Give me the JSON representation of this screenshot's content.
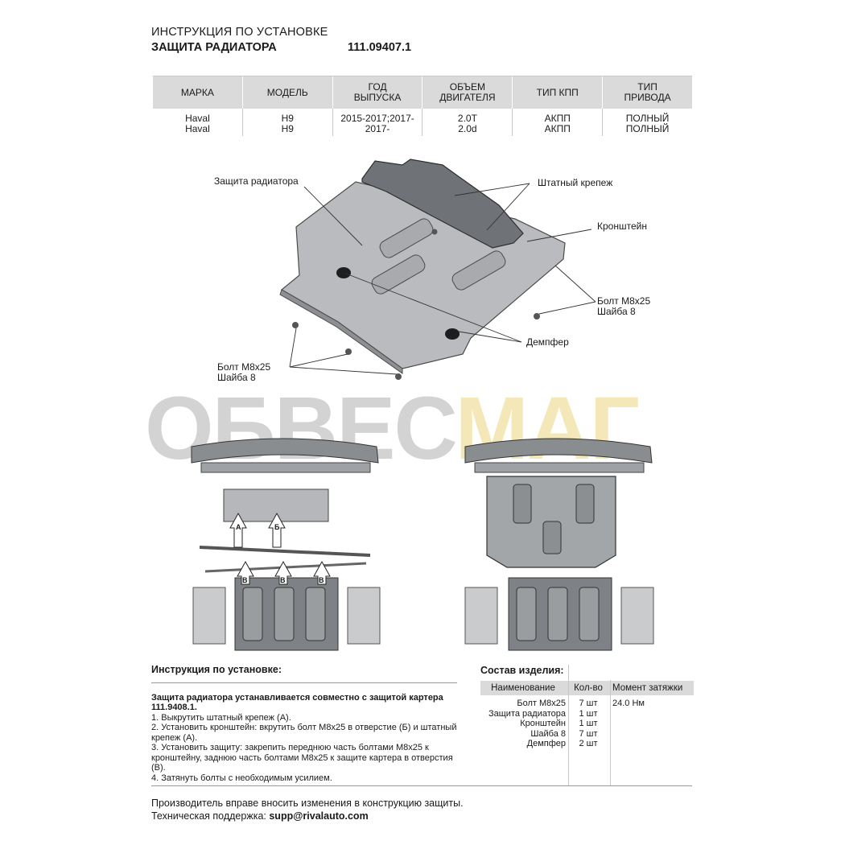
{
  "header": {
    "title": "ИНСТРУКЦИЯ ПО УСТАНОВКЕ",
    "product": "ЗАЩИТА РАДИАТОРА",
    "code": "111.09407.1"
  },
  "spec_table": {
    "headers": [
      "МАРКА",
      "МОДЕЛЬ",
      "ГОД\nВЫПУСКА",
      "ОБЪЕМ\nДВИГАТЕЛЯ",
      "ТИП КПП",
      "ТИП\nПРИВОДА"
    ],
    "rows": [
      [
        "Haval",
        "H9",
        "2015-2017;2017-",
        "2.0T",
        "АКПП",
        "ПОЛНЫЙ"
      ],
      [
        "Haval",
        "H9",
        "2017-",
        "2.0d",
        "АКПП",
        "ПОЛНЫЙ"
      ]
    ]
  },
  "diagram": {
    "label_guard": "Защита радиатора",
    "label_fastener": "Штатный крепеж",
    "label_bracket": "Кронштейн",
    "label_bolt_right_1": "Болт М8х25",
    "label_bolt_right_2": "Шайба 8",
    "label_damper": "Демпфер",
    "label_bolt_left_1": "Болт М8х25",
    "label_bolt_left_2": "Шайба 8",
    "marker_a": "А",
    "marker_b": "Б",
    "marker_v": "В"
  },
  "watermark": {
    "part1": "ОБВЕС",
    "part2": "МАГ"
  },
  "instructions": {
    "heading": "Инструкция по установке:",
    "intro": "Защита радиатора устанавливается совместно с защитой картера 111.9408.1.",
    "steps": [
      "1. Выкрутить штатный крепеж (А).",
      "2. Установить кронштейн: вкрутить болт М8х25 в отверстие (Б) и штатный крепеж (А).",
      "3. Установить защиту: закрепить переднюю часть болтами М8х25 к кронштейну, заднюю часть болтами М8х25 к защите картера в отверстия (В).",
      "4. Затянуть болты с необходимым усилием."
    ]
  },
  "composition": {
    "heading": "Состав изделия:",
    "columns": [
      "Наименование",
      "Кол-во",
      "Момент затяжки"
    ],
    "rows": [
      [
        "Болт М8х25",
        "7 шт",
        "24.0 Нм"
      ],
      [
        "Защита радиатора",
        "1 шт",
        ""
      ],
      [
        "Кронштейн",
        "1 шт",
        ""
      ],
      [
        "Шайба 8",
        "7 шт",
        ""
      ],
      [
        "Демпфер",
        "2 шт",
        ""
      ]
    ]
  },
  "footer": {
    "line1": "Производитель вправе вносить изменения в конструкцию защиты.",
    "support_label": "Техническая поддержка:",
    "support_email": "supp@rivalauto.com"
  }
}
